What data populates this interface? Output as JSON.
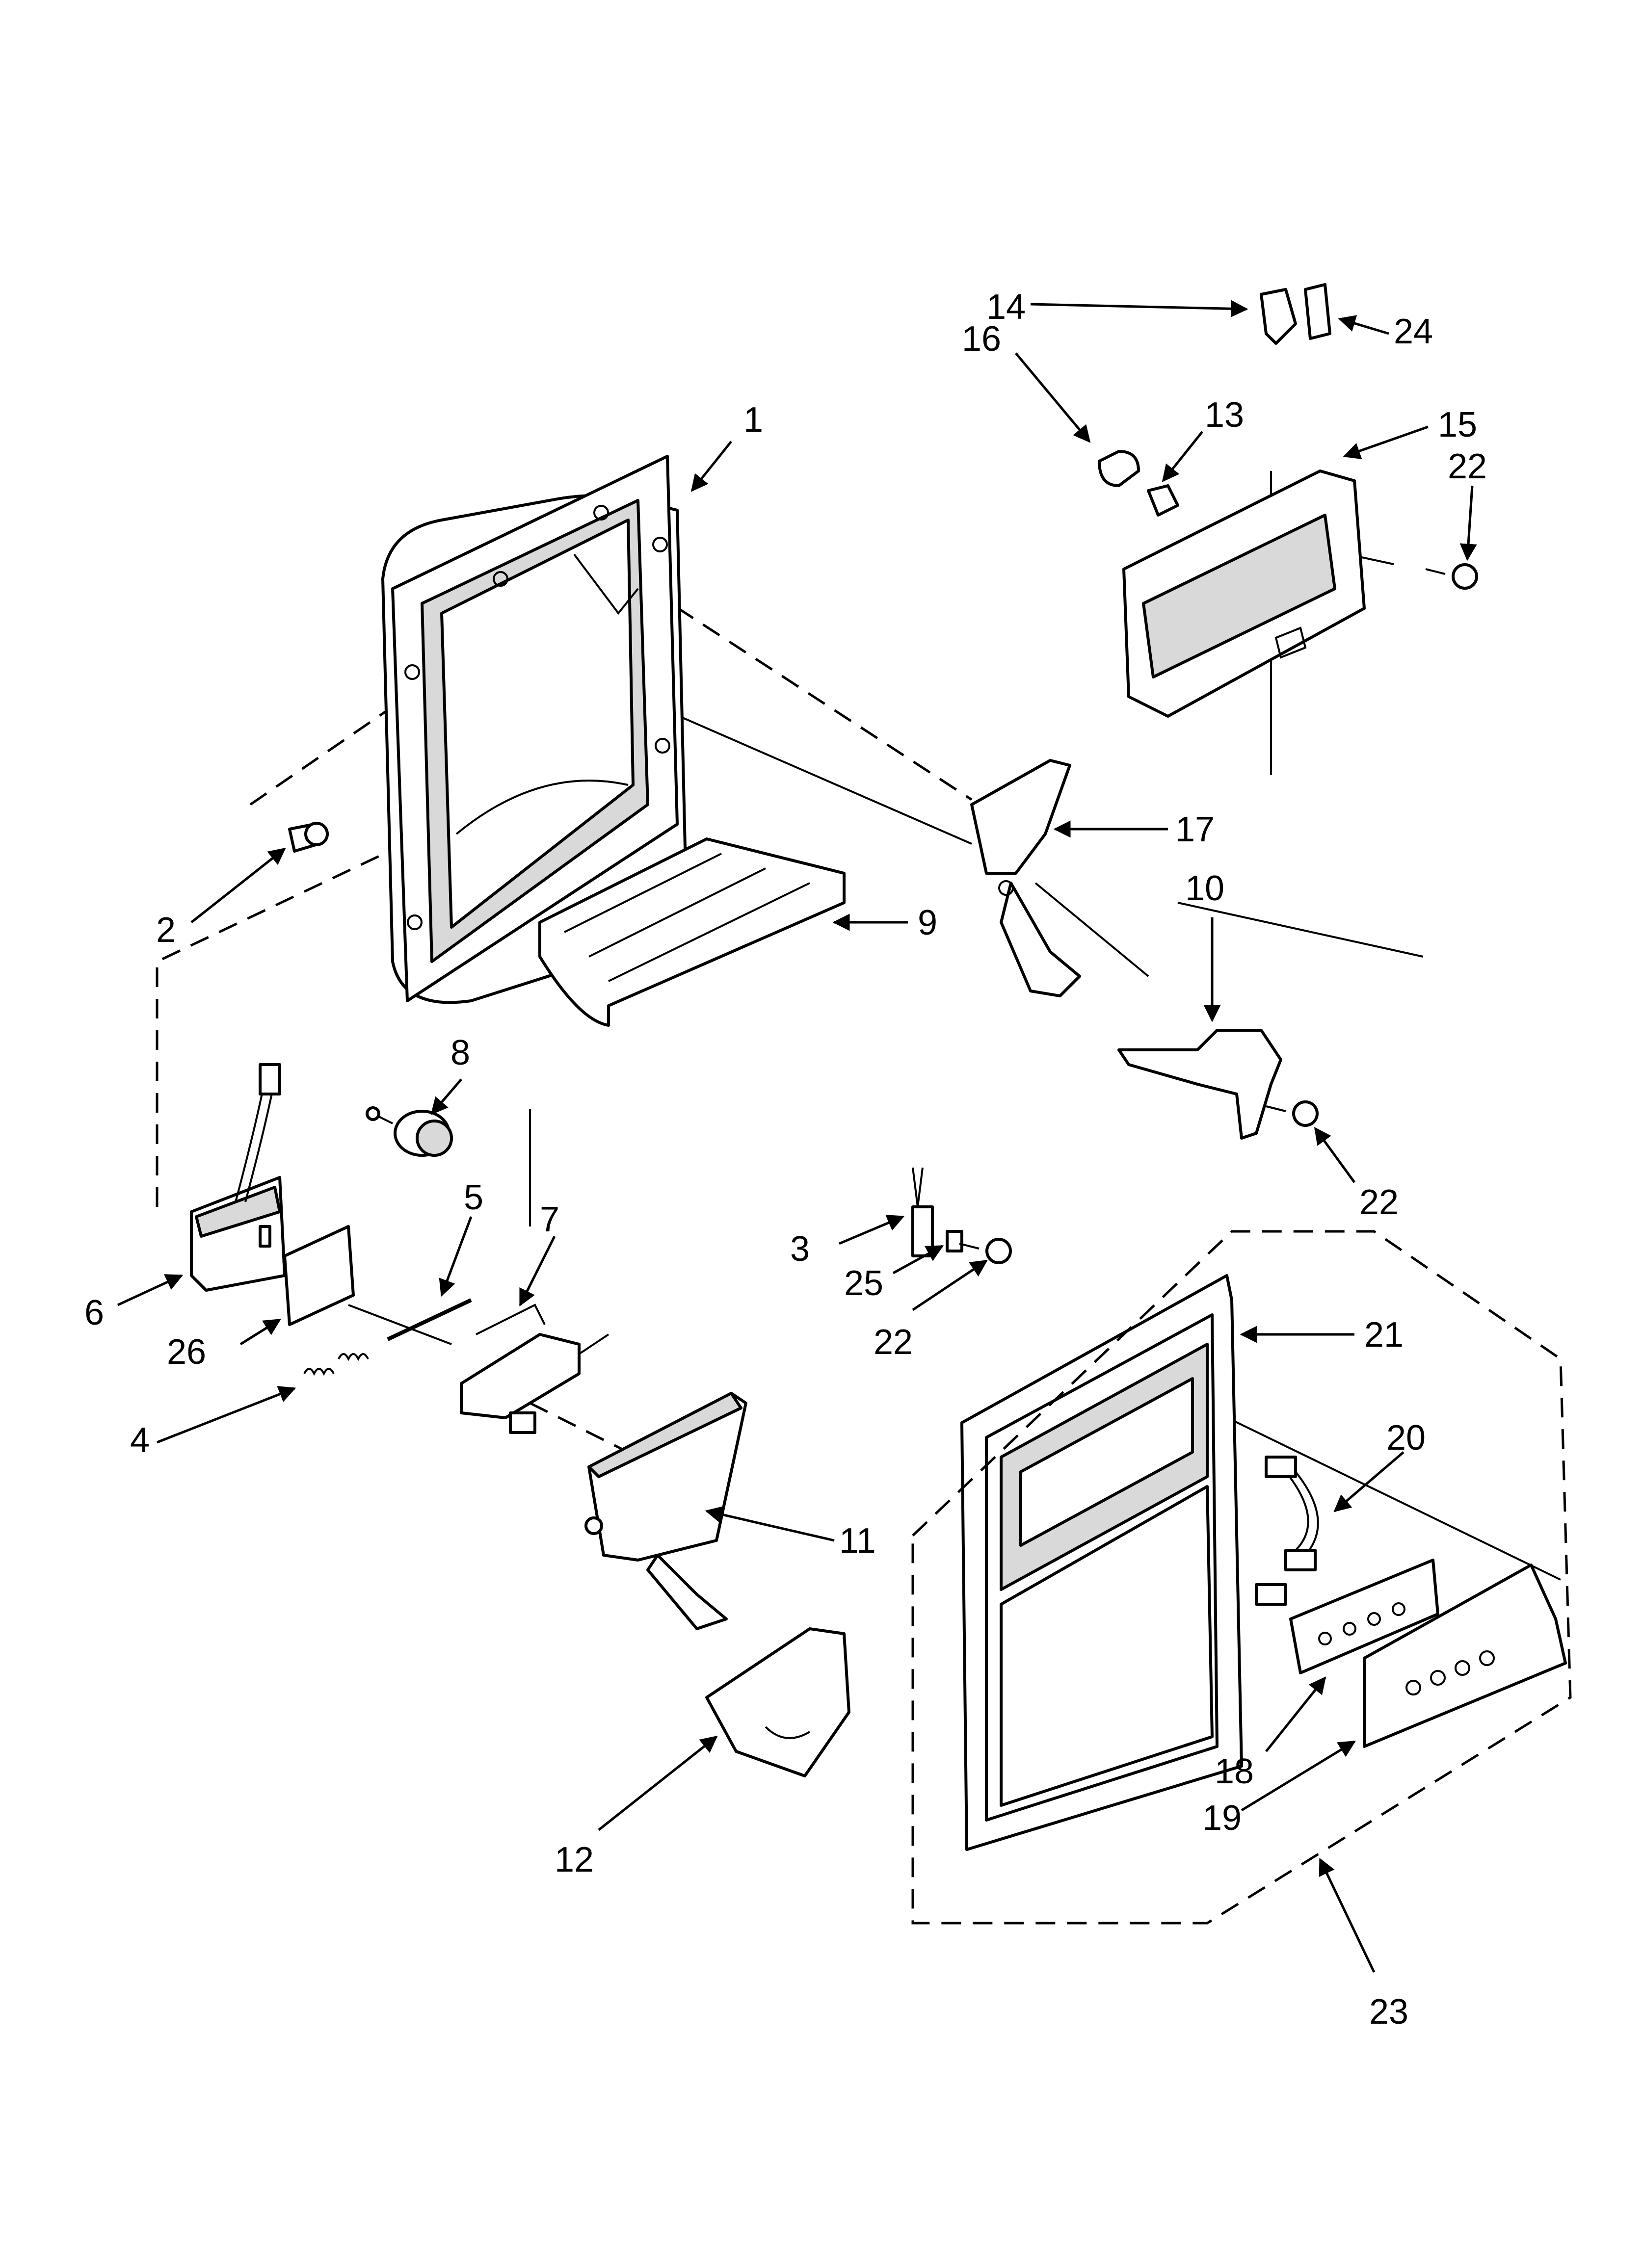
{
  "callouts": [
    {
      "id": "1",
      "label": "1"
    },
    {
      "id": "2",
      "label": "2"
    },
    {
      "id": "3",
      "label": "3"
    },
    {
      "id": "4",
      "label": "4"
    },
    {
      "id": "5",
      "label": "5"
    },
    {
      "id": "6",
      "label": "6"
    },
    {
      "id": "7",
      "label": "7"
    },
    {
      "id": "8",
      "label": "8"
    },
    {
      "id": "9",
      "label": "9"
    },
    {
      "id": "10",
      "label": "10"
    },
    {
      "id": "11",
      "label": "11"
    },
    {
      "id": "12",
      "label": "12"
    },
    {
      "id": "13",
      "label": "13"
    },
    {
      "id": "14",
      "label": "14"
    },
    {
      "id": "15",
      "label": "15"
    },
    {
      "id": "16",
      "label": "16"
    },
    {
      "id": "17",
      "label": "17"
    },
    {
      "id": "18",
      "label": "18"
    },
    {
      "id": "19",
      "label": "19"
    },
    {
      "id": "20",
      "label": "20"
    },
    {
      "id": "21",
      "label": "21"
    },
    {
      "id": "22a",
      "label": "22"
    },
    {
      "id": "22b",
      "label": "22"
    },
    {
      "id": "22c",
      "label": "22"
    },
    {
      "id": "23",
      "label": "23"
    },
    {
      "id": "24",
      "label": "24"
    },
    {
      "id": "25",
      "label": "25"
    },
    {
      "id": "26",
      "label": "26"
    }
  ]
}
